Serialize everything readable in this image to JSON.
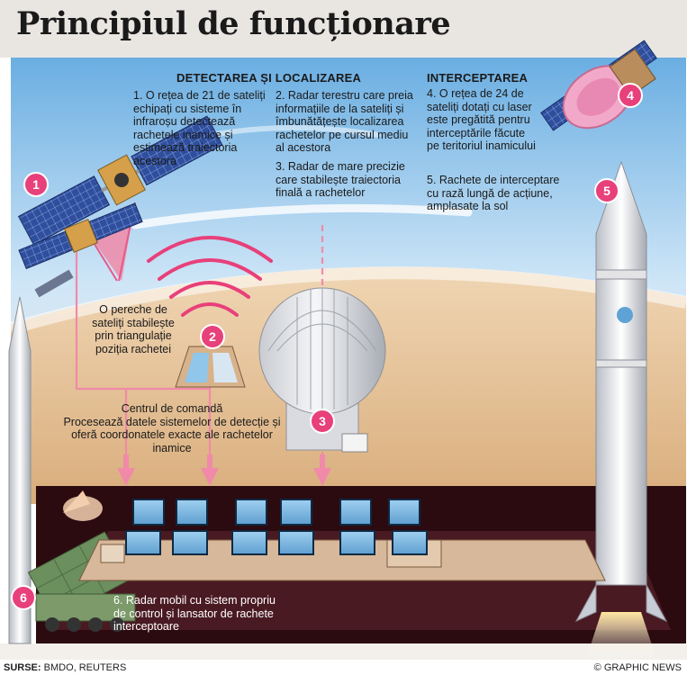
{
  "title": "Principiul de funcționare",
  "sections": {
    "detection_header": "DETECTAREA ȘI LOCALIZAREA",
    "interception_header": "INTERCEPTAREA"
  },
  "steps": [
    {
      "number": "1",
      "text": "1. O rețea de 21 de sateliți echipați cu sisteme în infraroșu detectează rachetele inamice și estimează traiectoria acestora"
    },
    {
      "number": "2",
      "text": "2. Radar terestru care preia informațiile de la sateliți și îmbunătățește localizarea rachetelor pe cursul mediu al acestora"
    },
    {
      "number": "3",
      "text": "3. Radar de mare precizie care stabilește traiectoria finală a rachetelor"
    },
    {
      "number": "4",
      "text": "4. O rețea de 24 de sateliți dotați cu laser este pregătită pentru interceptările făcute pe teritoriul inamicului"
    },
    {
      "number": "5",
      "text": "5. Rachete de interceptare cu rază lungă de acțiune, amplasate la sol"
    },
    {
      "number": "6",
      "text": "6. Radar mobil cu sistem propriu de control și lansator de rachete interceptoare"
    }
  ],
  "annotations": {
    "satellite_pair": "O pereche de sateliți stabilește prin triangulație poziția rachetei",
    "command_center_title": "Centrul de comandă",
    "command_center_text": "Procesează datele sistemelor de detecție și oferă coordonatele exacte ale rachetelor inamice"
  },
  "footer": {
    "source_label": "SURSE:",
    "source_text": "BMDO, REUTERS",
    "credit": "© GRAPHIC NEWS"
  },
  "colors": {
    "badge": "#e8407a",
    "arrow": "#f08aa8",
    "sky_top": "#7ab8e6",
    "sand": "#e8c9a0",
    "panel_dark": "#2b0a10"
  }
}
